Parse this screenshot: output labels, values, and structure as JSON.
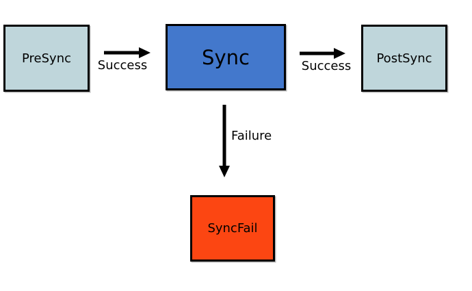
{
  "diagram": {
    "type": "flowchart",
    "nodes": [
      {
        "id": "presync",
        "label": "PreSync",
        "fill": "#bfd6db",
        "border": "#000000"
      },
      {
        "id": "sync",
        "label": "Sync",
        "fill": "#4378cc",
        "border": "#000000"
      },
      {
        "id": "postsync",
        "label": "PostSync",
        "fill": "#bfd6db",
        "border": "#000000"
      },
      {
        "id": "syncfail",
        "label": "SyncFail",
        "fill": "#fc4612",
        "border": "#000000"
      }
    ],
    "edges": [
      {
        "from": "PreSync",
        "to": "Sync",
        "label": "Success",
        "direction": "right"
      },
      {
        "from": "Sync",
        "to": "PostSync",
        "label": "Success",
        "direction": "right"
      },
      {
        "from": "Sync",
        "to": "SyncFail",
        "label": "Failure",
        "direction": "down"
      }
    ],
    "colors": {
      "background": "#ffffff",
      "arrow": "#000000",
      "text": "#000000"
    }
  }
}
